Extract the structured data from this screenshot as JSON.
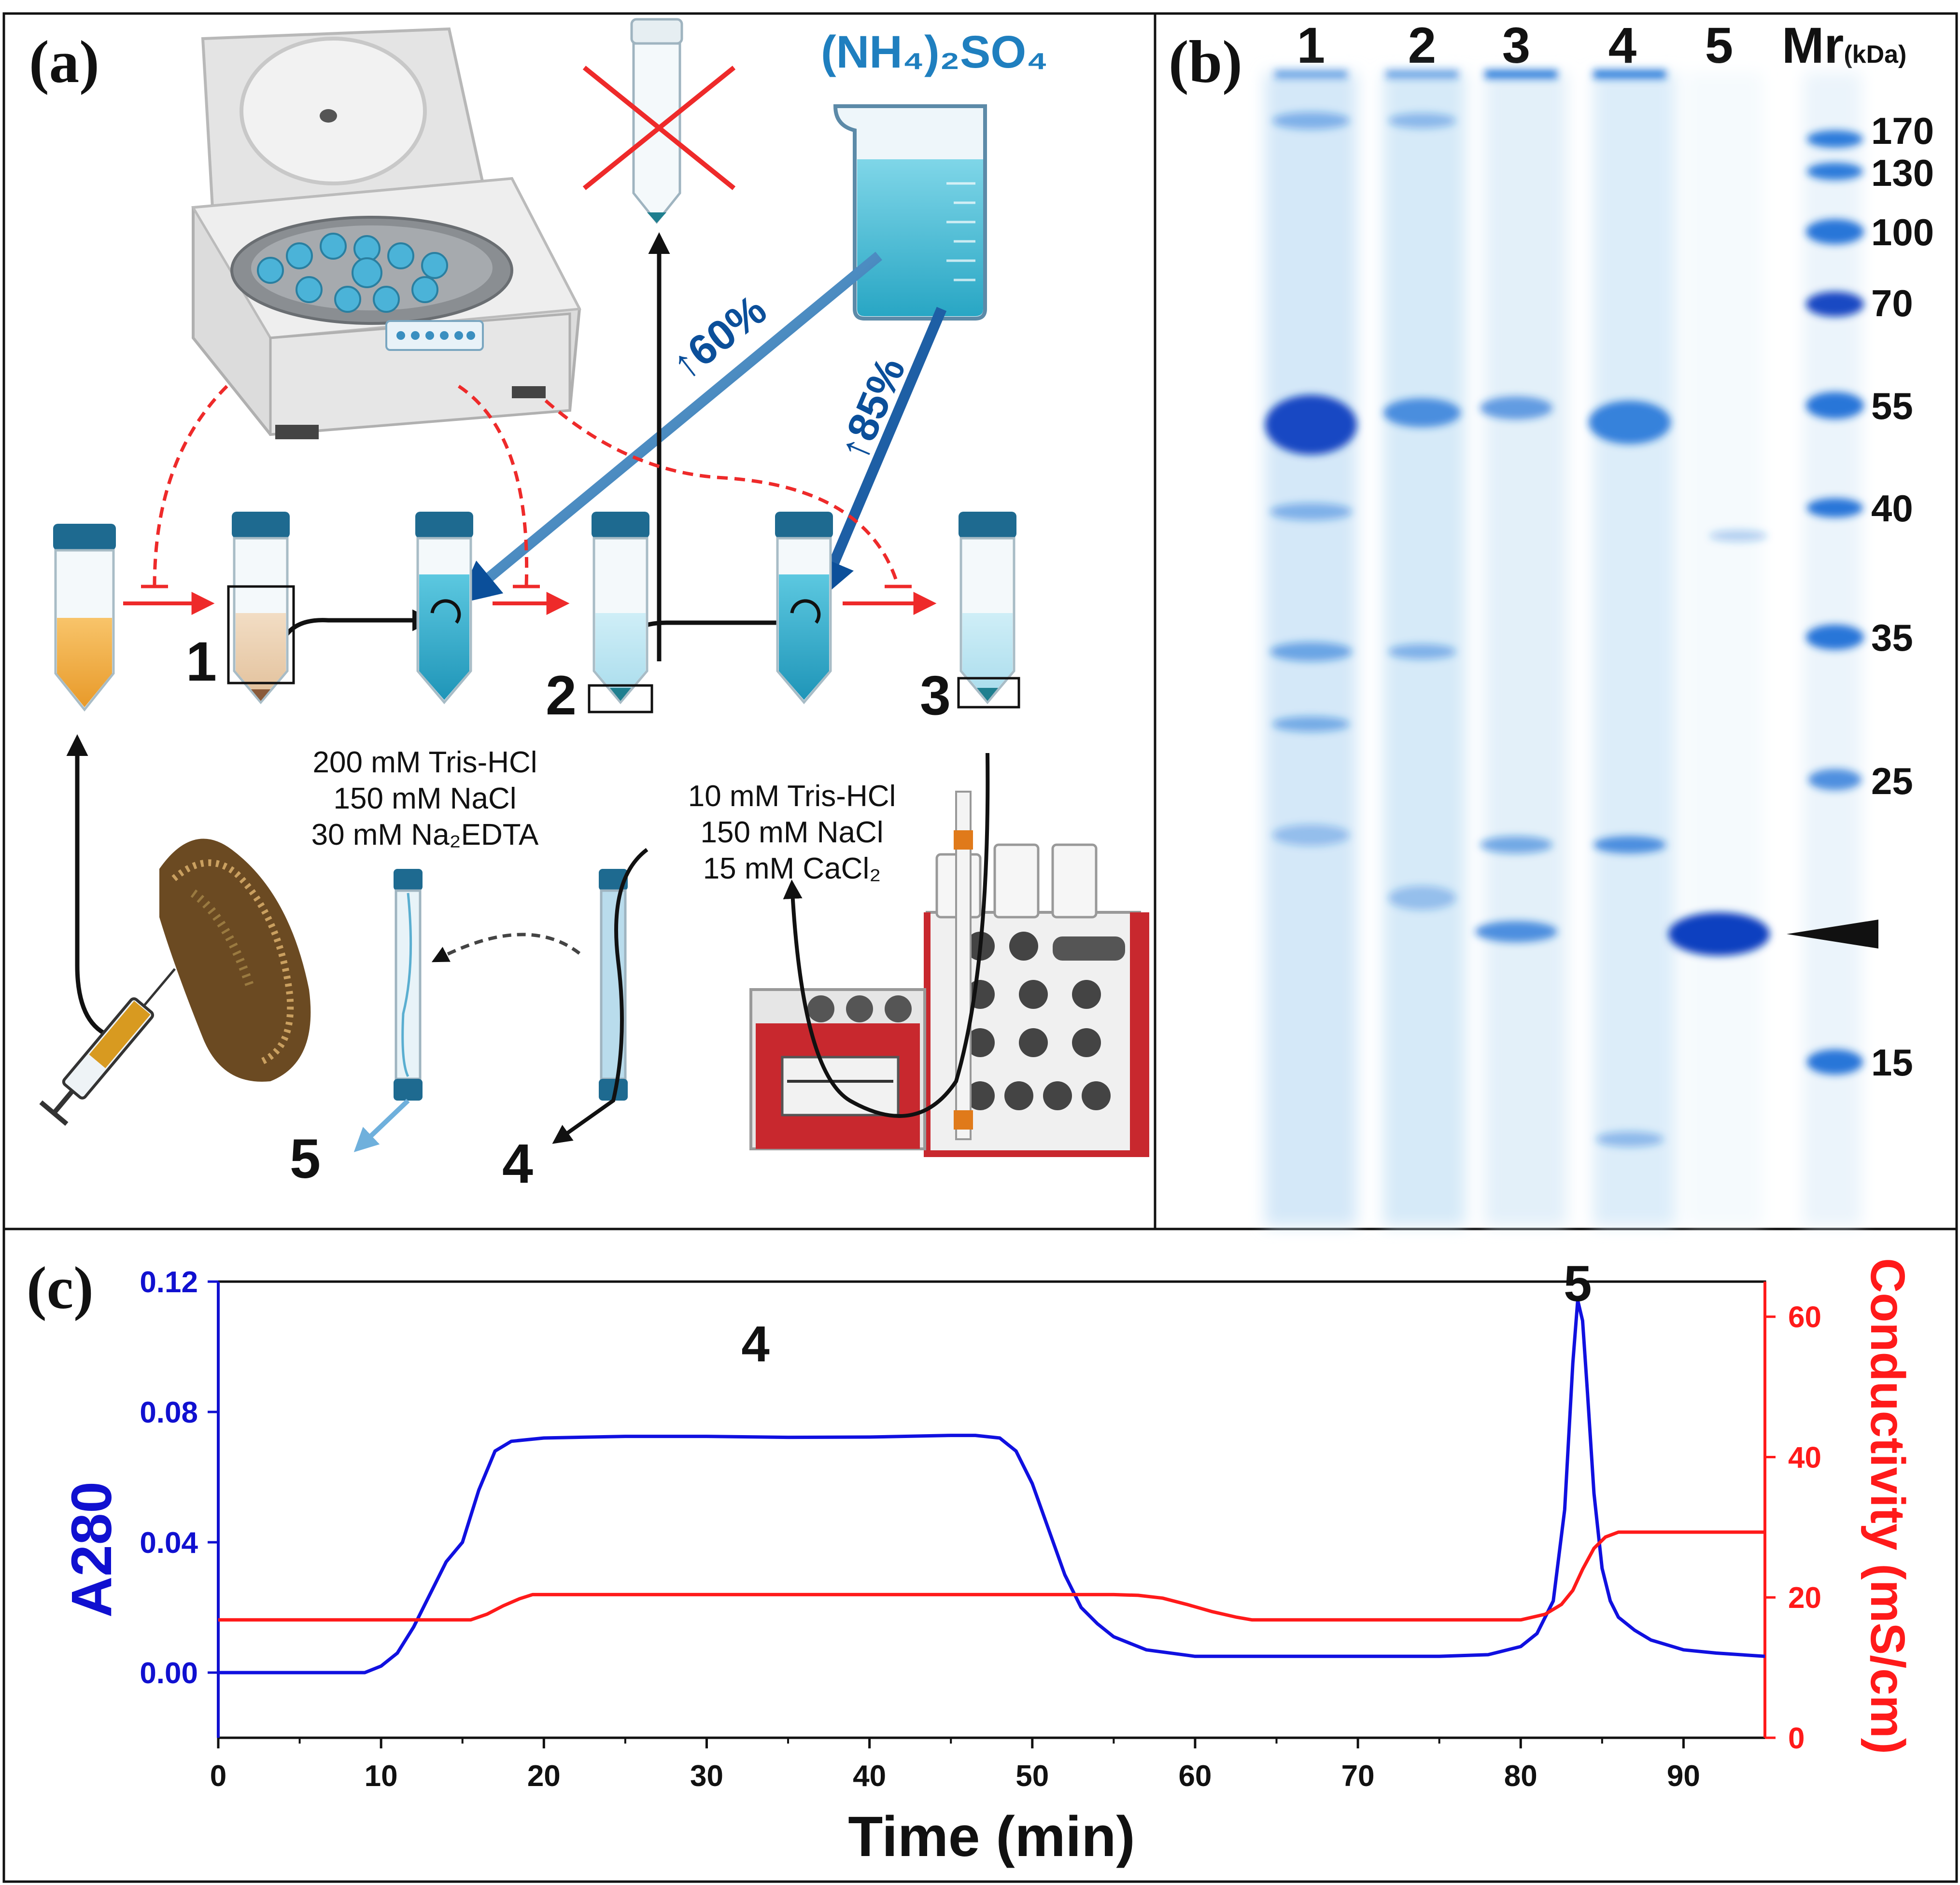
{
  "panels": {
    "a": {
      "label": "(a)",
      "reagent": "(NH₄)₂SO₄",
      "pct_60": "↑60%",
      "pct_85": "↑85%",
      "fractions": [
        "1",
        "2",
        "3",
        "4",
        "5"
      ],
      "buffer1": [
        "200 mM Tris-HCl",
        "150 mM NaCl",
        "30 mM Na₂EDTA"
      ],
      "buffer2": [
        "10 mM Tris-HCl",
        "150 mM NaCl",
        "15 mM CaCl₂"
      ]
    },
    "b": {
      "label": "(b)",
      "lanes": [
        "1",
        "2",
        "3",
        "4",
        "5"
      ],
      "mr_label": "Mr",
      "mr_unit": "(kDa)",
      "markers": [
        "170",
        "130",
        "100",
        "70",
        "55",
        "40",
        "35",
        "25",
        "15"
      ]
    },
    "c": {
      "label": "(c)",
      "peak_labels": [
        "4",
        "5"
      ]
    }
  },
  "colors": {
    "gel_blue": "#1a6fd6",
    "a280_line": "#1010e0",
    "conductivity_line": "#ff1a1a",
    "axis_blue": "#1010d0",
    "axis_red": "#ff1a1a",
    "reagent_text": "#1f7fbf"
  },
  "chart_data": {
    "type": "line",
    "xlabel": "Time (min)",
    "ylabel_left": "A280",
    "ylabel_right": "Conductivity (mS/cm)",
    "xlim": [
      0,
      95
    ],
    "ylim_left": [
      -0.02,
      0.12
    ],
    "ylim_right": [
      0,
      65
    ],
    "xticks": [
      "0",
      "10",
      "20",
      "30",
      "40",
      "50",
      "60",
      "70",
      "80",
      "90"
    ],
    "yticks_left": [
      "0.00",
      "0.04",
      "0.08",
      "0.12"
    ],
    "yticks_right": [
      "0",
      "20",
      "40",
      "60"
    ],
    "series": [
      {
        "axis": "left",
        "x": [
          0,
          9,
          10,
          11,
          12,
          13,
          14,
          15,
          16,
          17,
          18,
          20,
          25,
          30,
          35,
          40,
          45,
          46.5,
          48,
          49,
          50,
          51,
          52,
          53,
          54,
          55,
          57,
          60,
          65,
          70,
          75,
          78,
          80,
          81,
          82,
          82.7,
          83.2,
          83.5,
          83.8,
          84.1,
          84.5,
          85,
          85.5,
          86,
          87,
          88,
          90,
          92,
          95
        ],
        "y": [
          0.0,
          0.0,
          0.002,
          0.006,
          0.014,
          0.024,
          0.034,
          0.04,
          0.056,
          0.068,
          0.071,
          0.072,
          0.0725,
          0.0725,
          0.0722,
          0.0723,
          0.0728,
          0.0728,
          0.072,
          0.068,
          0.058,
          0.044,
          0.03,
          0.02,
          0.015,
          0.011,
          0.007,
          0.005,
          0.005,
          0.005,
          0.005,
          0.0055,
          0.008,
          0.012,
          0.022,
          0.05,
          0.095,
          0.1143,
          0.108,
          0.086,
          0.055,
          0.032,
          0.022,
          0.017,
          0.013,
          0.01,
          0.007,
          0.006,
          0.005
        ]
      },
      {
        "axis": "right",
        "x": [
          0,
          15.5,
          16.5,
          17.5,
          18.5,
          19.3,
          20,
          30,
          40,
          50,
          55,
          56.5,
          58,
          59.5,
          61,
          62.5,
          63.5,
          70,
          80,
          81.5,
          82.5,
          83.2,
          83.8,
          84.5,
          85.2,
          86,
          90,
          95
        ],
        "y": [
          16.8,
          16.8,
          17.6,
          18.8,
          19.8,
          20.4,
          20.4,
          20.4,
          20.4,
          20.4,
          20.4,
          20.3,
          19.9,
          19.0,
          18.0,
          17.2,
          16.8,
          16.8,
          16.8,
          17.6,
          19.0,
          21.0,
          24.0,
          27.0,
          28.6,
          29.3,
          29.3,
          29.3
        ]
      }
    ]
  }
}
